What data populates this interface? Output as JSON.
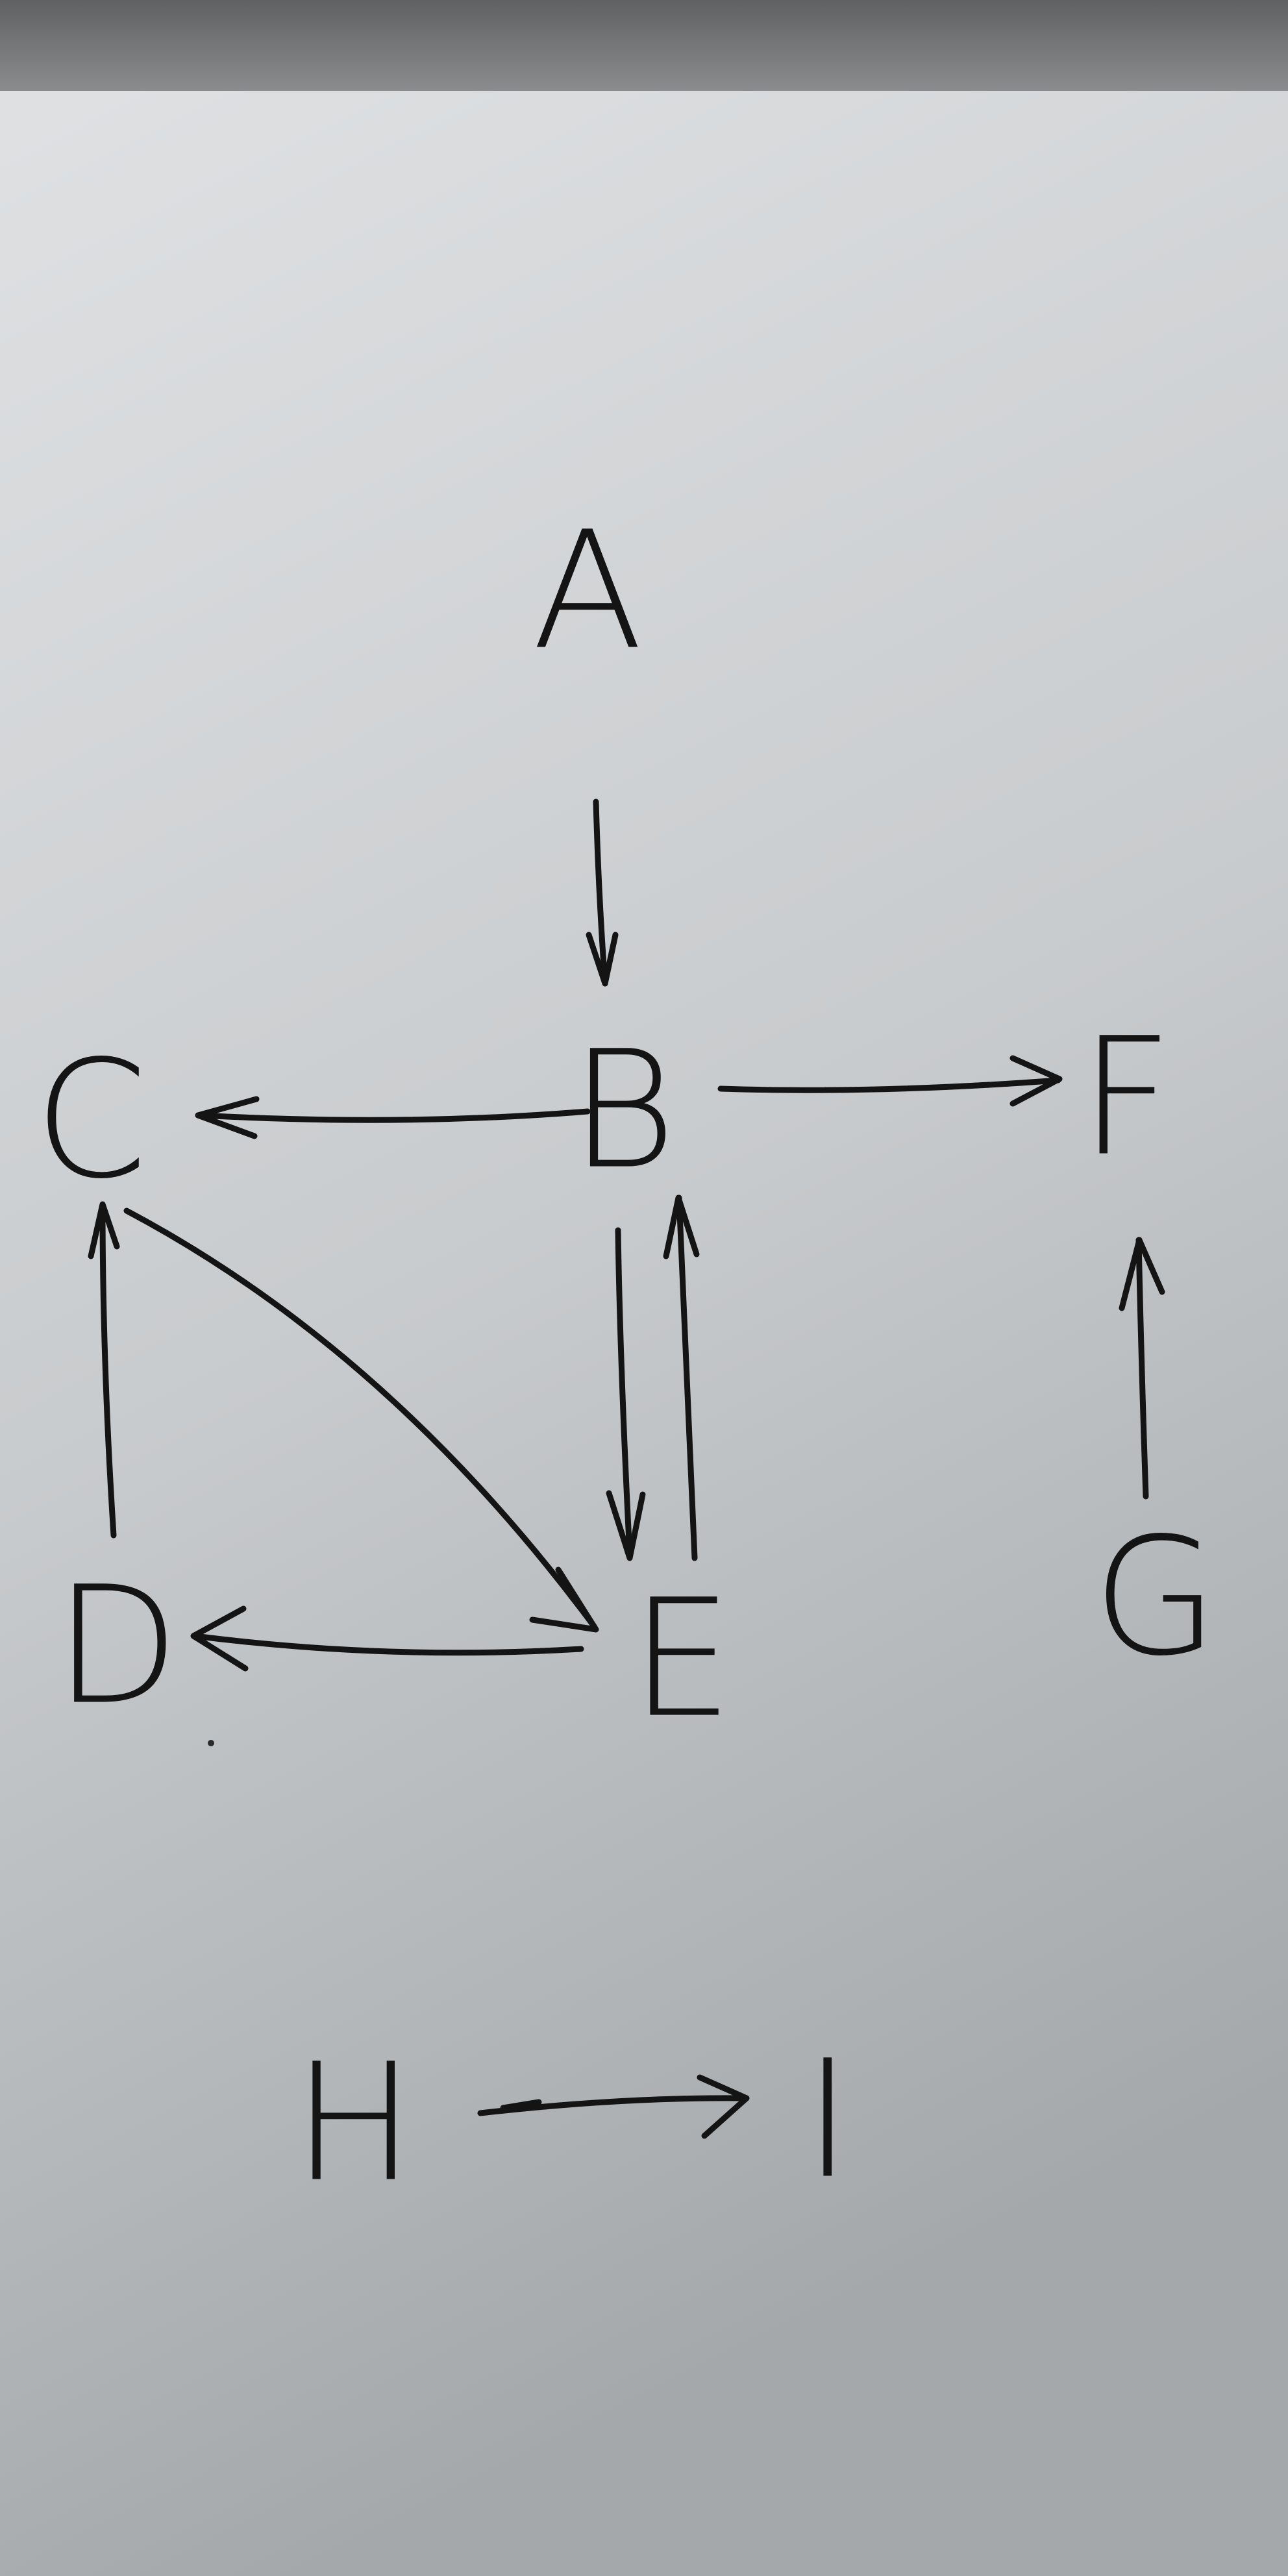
{
  "diagram": {
    "nodes": [
      {
        "id": "A",
        "label": "A"
      },
      {
        "id": "B",
        "label": "B"
      },
      {
        "id": "C",
        "label": "C"
      },
      {
        "id": "D",
        "label": "D"
      },
      {
        "id": "E",
        "label": "E"
      },
      {
        "id": "F",
        "label": "F"
      },
      {
        "id": "G",
        "label": "G"
      },
      {
        "id": "H",
        "label": "H"
      },
      {
        "id": "I",
        "label": "I"
      }
    ],
    "edges": [
      {
        "from": "A",
        "to": "B"
      },
      {
        "from": "B",
        "to": "C"
      },
      {
        "from": "B",
        "to": "F"
      },
      {
        "from": "B",
        "to": "E"
      },
      {
        "from": "E",
        "to": "B"
      },
      {
        "from": "C",
        "to": "E"
      },
      {
        "from": "D",
        "to": "C"
      },
      {
        "from": "E",
        "to": "D"
      },
      {
        "from": "G",
        "to": "F"
      },
      {
        "from": "H",
        "to": "I"
      }
    ]
  },
  "colors": {
    "ink": "#141414",
    "paper_top": "#dfe1e3",
    "paper_bottom": "#a9adaf",
    "backdrop": "#6f7172"
  }
}
